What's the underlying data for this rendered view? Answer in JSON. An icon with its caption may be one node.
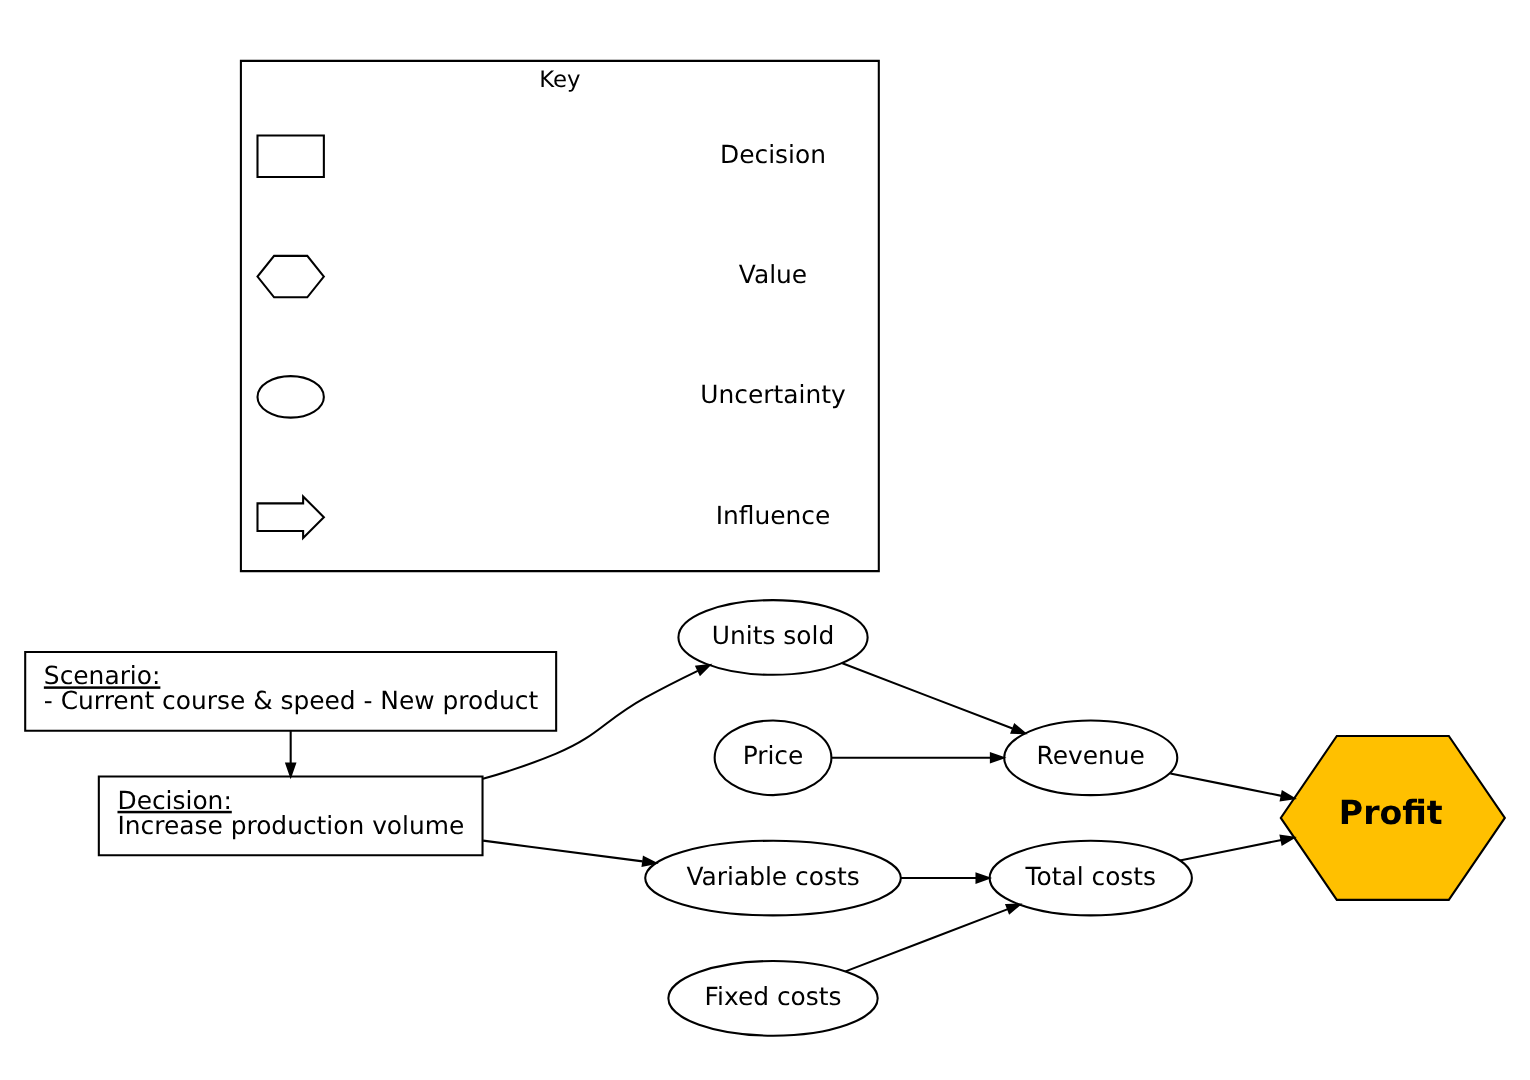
{
  "diagram": {
    "nodes": [
      {
        "text": [
          "Scenario:",
          "- Current course & speed - New product"
        ]
      },
      {
        "text": [
          "Decision:",
          "Increase production volume"
        ]
      },
      {
        "text": [
          "Price"
        ]
      },
      {
        "text": [
          "Units sold"
        ]
      },
      {
        "text": [
          "Variable costs"
        ]
      },
      {
        "text": [
          "Fixed costs"
        ]
      },
      {
        "text": [
          "Revenue"
        ]
      },
      {
        "text": [
          "Total costs"
        ]
      },
      {
        "text": [
          "Profit"
        ]
      },
      {
        "text": [
          "Key"
        ]
      },
      {
        "text": [],
        "shape": "box",
        "in": 9
      },
      {
        "text": [],
        "shape": "hexagon",
        "in": 9
      },
      {
        "text": [],
        "shape": "ellipse",
        "in": 9
      },
      {
        "text": [],
        "shape": "arrow",
        "in": 9
      }
    ],
    "edges": [
      {
        "from": 0,
        "to": 1,
        "arrow": "to"
      },
      {
        "from": 1,
        "to": 3,
        "arrow": "to"
      },
      {
        "from": 1,
        "to": 4,
        "arrow": "to"
      },
      {
        "from": 2,
        "to": 6,
        "arrow": "to"
      },
      {
        "from": 3,
        "to": 6,
        "arrow": "to"
      },
      {
        "from": 4,
        "to": 7,
        "arrow": "to"
      },
      {
        "from": 5,
        "to": 7,
        "arrow": "to"
      },
      {
        "from": 6,
        "to": 8,
        "arrow": "to"
      },
      {
        "from": 7,
        "to": 8,
        "arrow": "to"
      }
    ],
    "legend": [
      {
        "text": "Decision"
      },
      {
        "text": "Value"
      },
      {
        "text": "Uncertainty"
      },
      {
        "text": "Influence"
      }
    ]
  }
}
